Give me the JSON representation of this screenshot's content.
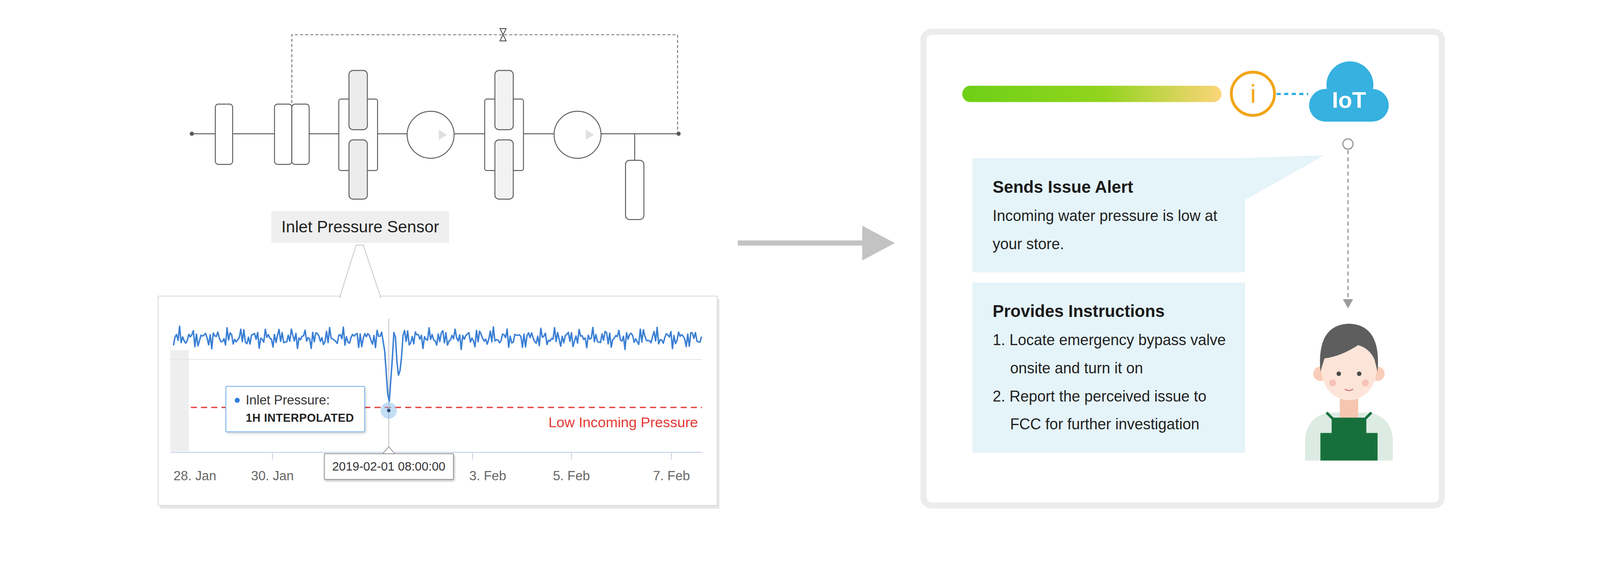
{
  "diagram": {
    "nodes": [
      {
        "text": [
          "Inlet Pressure Sensor"
        ]
      },
      {
        "text": [
          "Inlet Pressure:",
          "1H INTERPOLATED"
        ]
      },
      {
        "text": [
          "2019-02-01 08:00:00"
        ]
      },
      {
        "text": [
          "i"
        ]
      },
      {
        "text": [
          "IoT"
        ]
      },
      {
        "text": [
          "Sends Issue Alert",
          "Incoming water pressure is low at your store."
        ]
      },
      {
        "text": [
          "Provides Instructions",
          "1. Locate emergency bypass valve onsite and turn it on",
          "2. Report the perceived issue to FCC for further investigation"
        ]
      }
    ],
    "edges": [
      {
        "from": 3,
        "to": 4,
        "arrow": "none"
      }
    ],
    "labels": [
      "Low Incoming Pressure",
      "28. Jan",
      "30. Jan",
      "3. Feb",
      "5. Feb",
      "7. Feb"
    ]
  }
}
